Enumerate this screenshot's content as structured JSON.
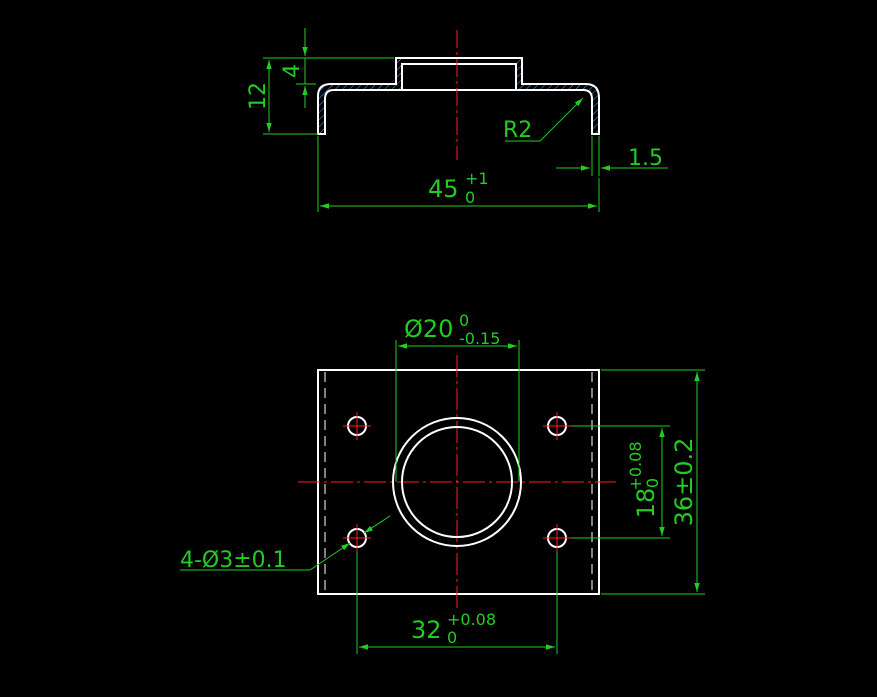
{
  "colors": {
    "background": "#000000",
    "outline": "#ffffff",
    "dimension": "#22cc22",
    "centerline": "#ff2020",
    "hatch": "#4da6ff"
  },
  "top_view": {
    "dim_height_total": "12",
    "dim_height_step": "4",
    "dim_radius": "R2",
    "dim_thickness": "1.5",
    "dim_width_main": "45",
    "dim_width_upper_tol": "+1",
    "dim_width_lower_tol": "0"
  },
  "plan_view": {
    "dim_bore_main": "Ø20",
    "dim_bore_upper_tol": "0",
    "dim_bore_lower_tol": "-0.15",
    "dim_holes": "4-Ø3±0.1",
    "dim_hole_pitch_x_main": "32",
    "dim_hole_pitch_x_upper_tol": "+0.08",
    "dim_hole_pitch_x_lower_tol": "0",
    "dim_hole_pitch_y_main": "18",
    "dim_hole_pitch_y_upper_tol": "+0.08",
    "dim_hole_pitch_y_lower_tol": "0",
    "dim_height": "36±0.2"
  }
}
